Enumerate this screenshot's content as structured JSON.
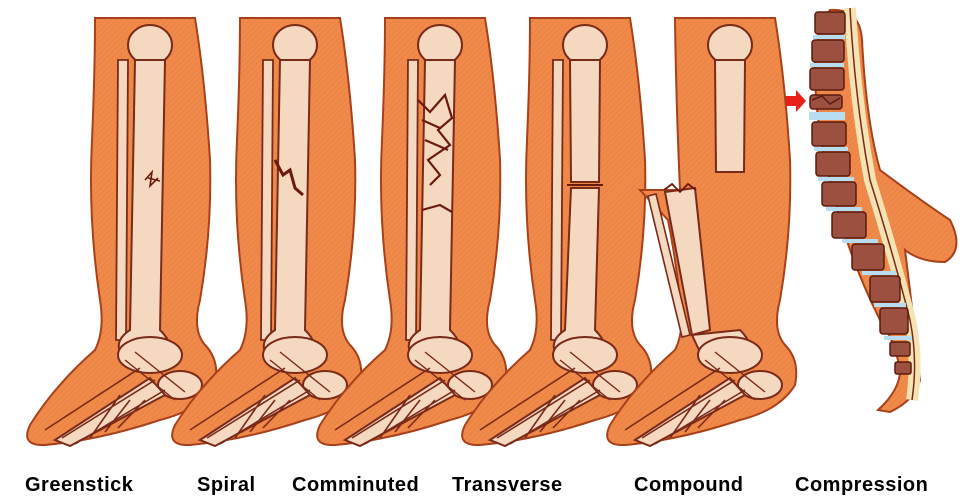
{
  "colors": {
    "skin": "#f08a4b",
    "skin_outline": "#a8401a",
    "bone": "#f5d8c0",
    "bone_outline": "#7a2a18",
    "fracture": "#6b1a0e",
    "vertebra": "#9c5040",
    "disc": "#b8dcf0",
    "cord": "#f6e3b4",
    "arrow": "#e8201a"
  },
  "labels": {
    "greenstick": "Greenstick",
    "spiral": "Spiral",
    "comminuted": "Comminuted",
    "transverse": "Transverse",
    "compound": "Compound",
    "compression": "Compression"
  },
  "icons": {
    "arrow": "red-arrow-icon"
  }
}
